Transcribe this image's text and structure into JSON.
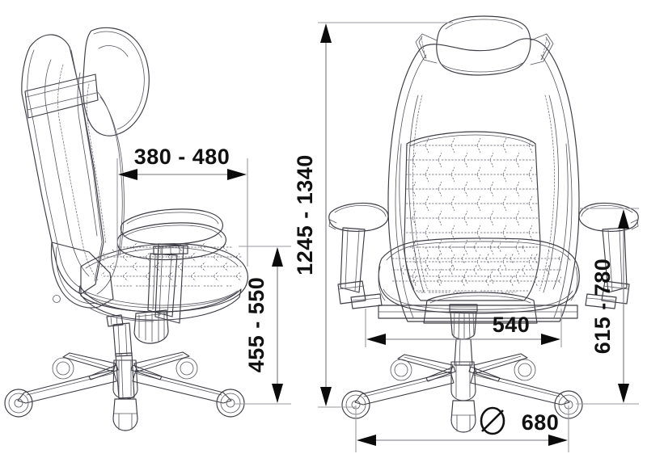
{
  "document": {
    "type": "technical-dimension-drawing",
    "subject": "Gaming chair",
    "views": [
      "side-view",
      "front-view"
    ],
    "units": "mm",
    "background_color": "#ffffff",
    "line_color": "#3c3c44",
    "dimension_line_color": "#77777f",
    "arrow_color": "#0b0b0b",
    "text_color": "#111111"
  },
  "dimensions": {
    "seat_depth": {
      "label": "380 - 480",
      "orientation": "horizontal",
      "view": "side-view",
      "min": 380,
      "max": 480
    },
    "seat_height": {
      "label": "455 - 550",
      "orientation": "vertical",
      "view": "side-view",
      "min": 455,
      "max": 550
    },
    "total_height": {
      "label": "1245 - 1340",
      "orientation": "vertical",
      "view": "front-view",
      "min": 1245,
      "max": 1340
    },
    "armrest_height": {
      "label": "615 - 780",
      "orientation": "vertical",
      "view": "front-view",
      "min": 615,
      "max": 780
    },
    "seat_width": {
      "label": "540",
      "orientation": "horizontal",
      "view": "front-view",
      "value": 540
    },
    "base_diameter": {
      "symbol": "Ø",
      "label": "680",
      "orientation": "horizontal",
      "view": "front-view",
      "value": 680
    }
  }
}
